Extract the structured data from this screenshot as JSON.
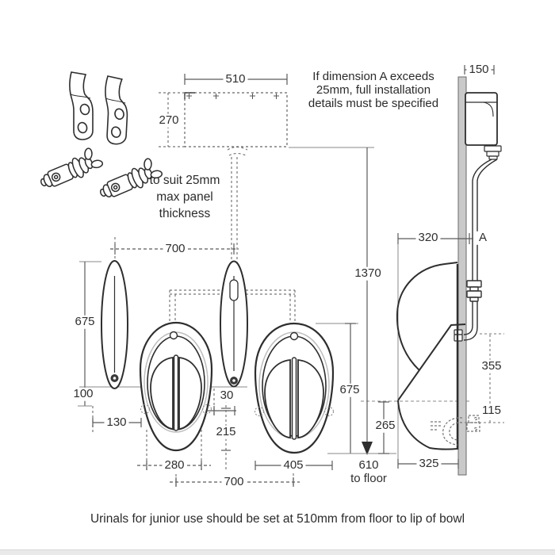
{
  "diagram": {
    "title_context": "Urinal installation technical drawing",
    "notes": {
      "panel": {
        "line1": "to suit 25mm",
        "line2": "max panel",
        "line3": "thickness"
      },
      "dimension_a": {
        "line1": "If dimension A exceeds",
        "line2": "25mm, full installation",
        "line3": "details must be specified"
      },
      "footer": "Urinals for junior use should be set at 510mm from floor to lip of bowl"
    },
    "dimensions": {
      "cistern_width": "510",
      "cistern_height": "270",
      "cistern_depth": "150",
      "divider_spacing": "700",
      "divider_height": "675",
      "bottom_gap_100": "100",
      "dim_130": "130",
      "dim_30": "30",
      "dim_215": "215",
      "junior_width": "280",
      "adult_width": "405",
      "bowl_spacing": "700",
      "adult_height": "675",
      "dim_265": "265",
      "floor_610": "610",
      "floor_label": "to floor",
      "dim_1370": "1370",
      "dim_320": "320",
      "label_a": "A",
      "dim_355": "355",
      "dim_115": "115",
      "dim_325": "325"
    },
    "colors": {
      "line": "#2e2e2e",
      "dimension_line": "#5a5a5a",
      "extension_line": "#8a8a8a",
      "wall_fill": "#c9c9c9",
      "inner_rim": "#bdbdbd",
      "page_edge": "#e9e9e9"
    }
  }
}
